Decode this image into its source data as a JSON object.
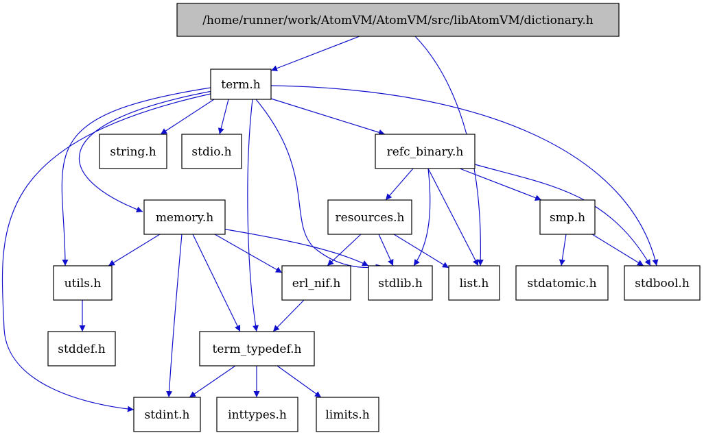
{
  "colors": {
    "edge": "#1010cc",
    "node_border": "#000000",
    "node_fill": "#ffffff",
    "root_fill": "#bfbfbf"
  },
  "nodes": [
    {
      "id": "dictionary",
      "label": "/home/runner/work/AtomVM/AtomVM/src/libAtomVM/dictionary.h",
      "root": true
    },
    {
      "id": "term",
      "label": "term.h"
    },
    {
      "id": "string",
      "label": "string.h"
    },
    {
      "id": "stdio",
      "label": "stdio.h"
    },
    {
      "id": "refc_binary",
      "label": "refc_binary.h"
    },
    {
      "id": "memory",
      "label": "memory.h"
    },
    {
      "id": "resources",
      "label": "resources.h"
    },
    {
      "id": "smp",
      "label": "smp.h"
    },
    {
      "id": "utils",
      "label": "utils.h"
    },
    {
      "id": "erl_nif",
      "label": "erl_nif.h"
    },
    {
      "id": "stdlib",
      "label": "stdlib.h"
    },
    {
      "id": "list",
      "label": "list.h"
    },
    {
      "id": "stdatomic",
      "label": "stdatomic.h"
    },
    {
      "id": "stdbool",
      "label": "stdbool.h"
    },
    {
      "id": "stddef",
      "label": "stddef.h"
    },
    {
      "id": "term_typedef",
      "label": "term_typedef.h"
    },
    {
      "id": "stdint",
      "label": "stdint.h"
    },
    {
      "id": "inttypes",
      "label": "inttypes.h"
    },
    {
      "id": "limits",
      "label": "limits.h"
    }
  ],
  "edges": [
    [
      "dictionary",
      "term"
    ],
    [
      "dictionary",
      "list"
    ],
    [
      "term",
      "string"
    ],
    [
      "term",
      "stdio"
    ],
    [
      "term",
      "refc_binary"
    ],
    [
      "term",
      "memory"
    ],
    [
      "term",
      "utils"
    ],
    [
      "term",
      "stdint"
    ],
    [
      "term",
      "term_typedef"
    ],
    [
      "term",
      "stdlib"
    ],
    [
      "term",
      "stdbool"
    ],
    [
      "refc_binary",
      "resources"
    ],
    [
      "refc_binary",
      "smp"
    ],
    [
      "refc_binary",
      "stdlib"
    ],
    [
      "refc_binary",
      "list"
    ],
    [
      "refc_binary",
      "stdbool"
    ],
    [
      "memory",
      "utils"
    ],
    [
      "memory",
      "erl_nif"
    ],
    [
      "memory",
      "stdlib"
    ],
    [
      "memory",
      "term_typedef"
    ],
    [
      "memory",
      "stdint"
    ],
    [
      "resources",
      "erl_nif"
    ],
    [
      "resources",
      "stdlib"
    ],
    [
      "resources",
      "list"
    ],
    [
      "smp",
      "stdatomic"
    ],
    [
      "smp",
      "stdbool"
    ],
    [
      "utils",
      "stddef"
    ],
    [
      "erl_nif",
      "term_typedef"
    ],
    [
      "term_typedef",
      "stdint"
    ],
    [
      "term_typedef",
      "inttypes"
    ],
    [
      "term_typedef",
      "limits"
    ]
  ]
}
